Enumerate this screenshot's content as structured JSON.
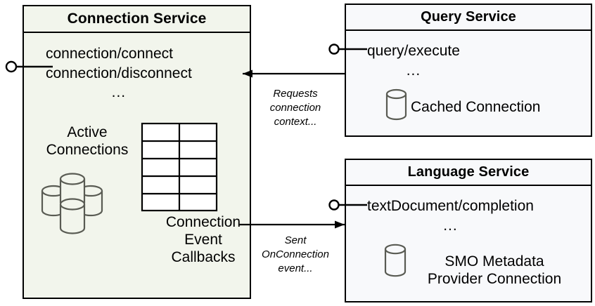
{
  "diagram": {
    "title": "Connection Service interaction diagram",
    "colors": {
      "connection_service_fill": "#f2f5ec",
      "service_fill": "#f8f9fb",
      "stroke": "#000000",
      "cylinder_stroke": "#595b53",
      "background": "#ffffff"
    }
  },
  "components": {
    "connection_service": {
      "title": "Connection Service",
      "operations": [
        "connection/connect",
        "connection/disconnect"
      ],
      "operations_ellipsis": "...",
      "artifacts": {
        "active_connections": {
          "label_line1": "Active",
          "label_line2": "Connections",
          "icon": "database-cluster-icon",
          "cylinder_count": 4
        },
        "connection_event_callbacks": {
          "label_line1": "Connection",
          "label_line2": "Event",
          "label_line3": "Callbacks",
          "icon": "table-grid-icon",
          "rows": 5,
          "cols": 2
        }
      },
      "provided_interface": "lollipop-connector"
    },
    "query_service": {
      "title": "Query Service",
      "operations": [
        "query/execute"
      ],
      "operations_ellipsis": "...",
      "artifacts": {
        "cached_connection": {
          "label": "Cached Connection",
          "icon": "database-cylinder-icon"
        }
      },
      "provided_interface": "lollipop-connector"
    },
    "language_service": {
      "title": "Language Service",
      "operations": [
        "textDocument/completion"
      ],
      "operations_ellipsis": "...",
      "artifacts": {
        "smo_metadata_provider_connection": {
          "label_line1": "SMO Metadata",
          "label_line2": "Provider Connection",
          "icon": "database-cylinder-icon"
        }
      },
      "provided_interface": "lollipop-connector"
    }
  },
  "edges": [
    {
      "id": "query-to-connection",
      "from": "query_service",
      "to": "connection_service",
      "direction": "left",
      "label_lines": [
        "Requests",
        "connection",
        "context..."
      ]
    },
    {
      "id": "connection-to-language",
      "from": "connection_service",
      "to": "language_service",
      "direction": "right",
      "label_lines": [
        "Sent",
        "OnConnection",
        "event..."
      ]
    }
  ]
}
